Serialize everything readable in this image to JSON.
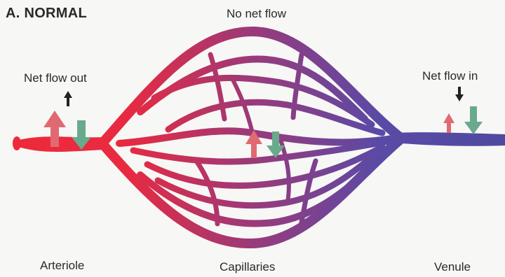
{
  "panel_title": "A. NORMAL",
  "labels": {
    "no_net_flow": "No net flow",
    "net_flow_out": "Net flow out",
    "net_flow_in": "Net flow in",
    "arteriole": "Arteriole",
    "capillaries": "Capillaries",
    "venule": "Venule"
  },
  "colors": {
    "arterial": "#ee2a3a",
    "mid": "#9a3a7a",
    "venous": "#5a4aa6",
    "outward_arrow": "#e06a72",
    "inward_arrow": "#6aaa8c",
    "background": "#f7f7f5"
  }
}
